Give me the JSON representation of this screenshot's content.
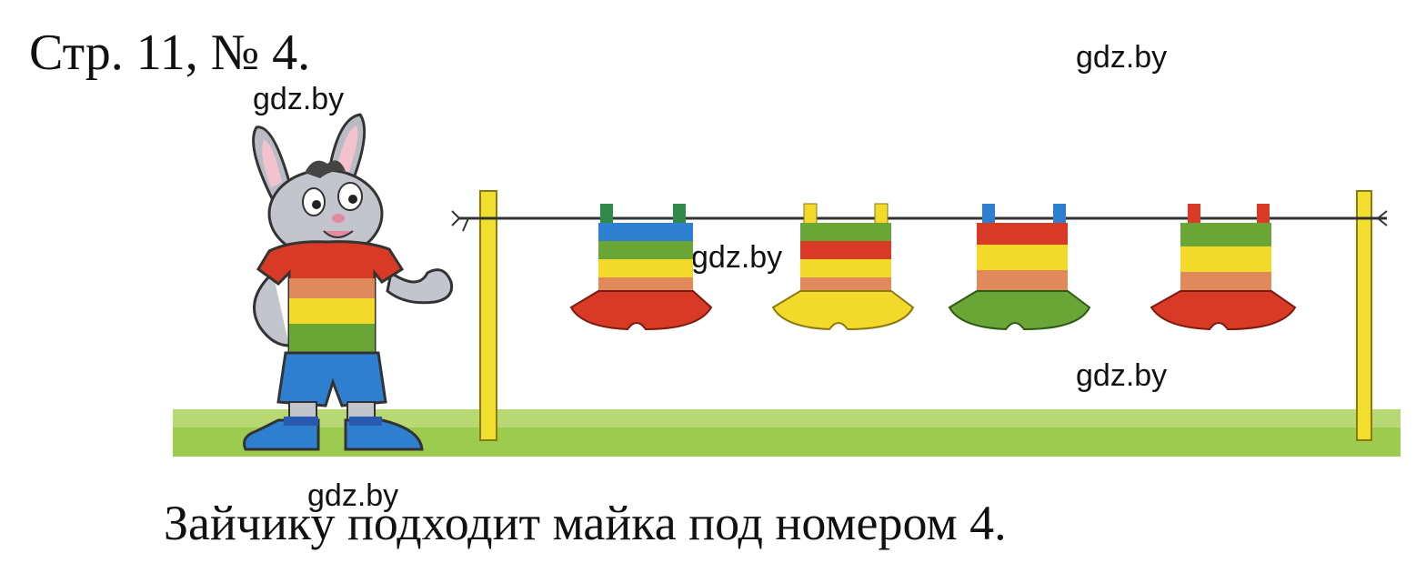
{
  "header": {
    "title": "Стр. 11, № 4."
  },
  "watermarks": [
    "gdz.by",
    "gdz.by",
    "gdz.by",
    "gdz.by",
    "gdz.by"
  ],
  "answer": {
    "text": "Зайчику подходит майка под номером 4."
  },
  "illustration": {
    "icon": "bunny-and-clothesline",
    "colors": {
      "red": "#d83a25",
      "orange": "#e0895a",
      "yellow": "#f2d92a",
      "green": "#6aa636",
      "blue": "#2f7fd0",
      "grass": "#a9d15c",
      "pole": "#f2de2d"
    }
  }
}
